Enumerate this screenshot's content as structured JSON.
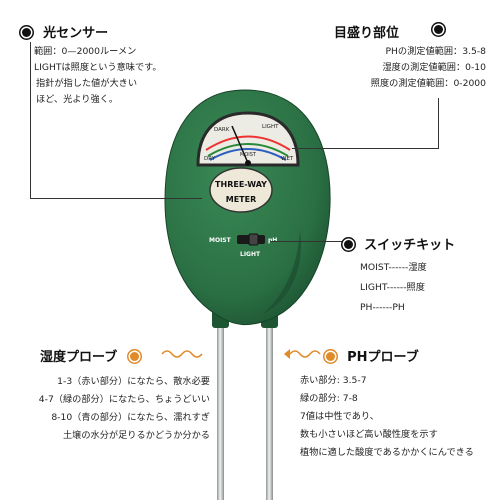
{
  "light_sensor": {
    "title": "光センサー",
    "lines": [
      "範囲：0—2000ルーメン",
      "LIGHTは照度という意味です。",
      "指針が指した値が大きい",
      "ほど、光より強く。"
    ]
  },
  "scale": {
    "title": "目盛り部位",
    "lines": [
      "PHの測定値範囲：3.5-8",
      "湿度の測定値範囲：0-10",
      "照度の測定値範囲：0-2000"
    ]
  },
  "switch_kit": {
    "title": "スイッチキット",
    "lines": [
      "MOIST------湿度",
      "LIGHT------照度",
      "PH------PH"
    ]
  },
  "moisture_probe": {
    "title": "湿度プローブ",
    "lines": [
      "1-3（赤い部分）になたら、散水必要",
      "4-7（緑の部分）になたら、ちょうどいい",
      "8-10（青の部分）になたら、濡れすぎ",
      "土壌の水分が足りるかどうか分かる"
    ]
  },
  "ph_probe": {
    "title": "PHプローブ",
    "lines": [
      "赤い部分: 3.5-7",
      "緑の部分: 7-8",
      "7値は中性であり、",
      "数も小さいほど高い酸性度を示す",
      "植物に適した酸度であるかかくにんできる"
    ]
  },
  "device": {
    "badge_line1": "THREE-WAY",
    "badge_line2": "METER",
    "switch_moist": "MOIST",
    "switch_light": "LIGHT",
    "switch_ph": "pH",
    "dial_dark": "DARK",
    "dial_light": "LIGHT",
    "dial_dry": "DRY",
    "dial_wet": "WET",
    "dial_moist": "MOIST",
    "colors": {
      "body": "#2f7a4a",
      "body_dark": "#1f5a35",
      "probe": "#c9cccc"
    }
  }
}
